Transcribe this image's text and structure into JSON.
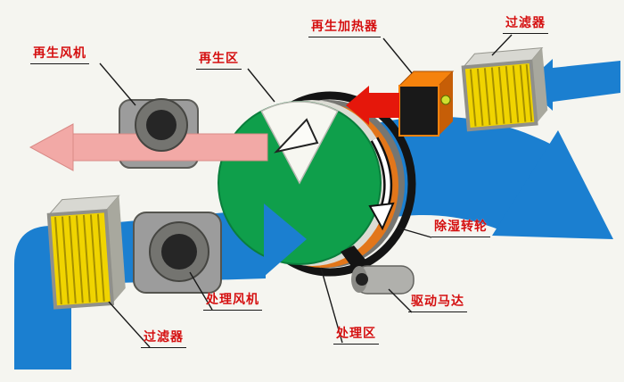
{
  "diagram": {
    "labels": {
      "regen_fan": "再生风机",
      "regen_zone": "再生区",
      "regen_heater": "再生加热器",
      "filter_top": "过滤器",
      "wheel": "除湿转轮",
      "motor": "驱动马达",
      "process_zone": "处理区",
      "process_fan": "处理风机",
      "filter_bottom": "过滤器"
    },
    "colors": {
      "process_air": "#1b7fd0",
      "regen_exhaust": "#f2a9a6",
      "hot_air": "#e5170b",
      "wheel_face": "#0f9f4b",
      "wheel_sector": "#f7f7f1",
      "heater_body": "#f5820d",
      "heater_side": "#c65e07",
      "heater_panel": "#191919",
      "filter_media": "#f0d400",
      "fan_body": "#9c9c9c",
      "fan_inlet": "#262626",
      "label_text": "#d40f0f"
    }
  }
}
